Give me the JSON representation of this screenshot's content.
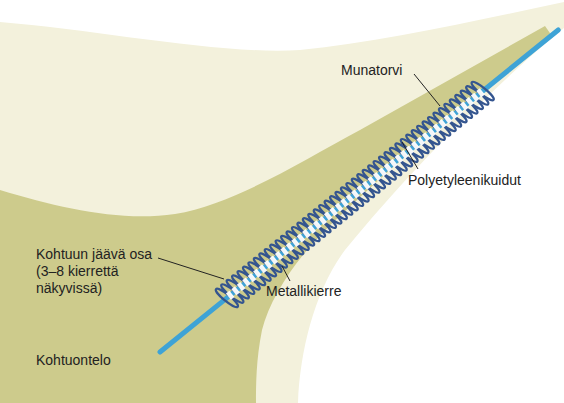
{
  "diagram": {
    "labels": [
      "Munatorvi",
      "Polyetyleenikuidut",
      "Kohtuun jäävä osa (3–8 kierrettä näkyvissä)",
      "Metallikierre",
      "Kohtuontelo"
    ]
  }
}
